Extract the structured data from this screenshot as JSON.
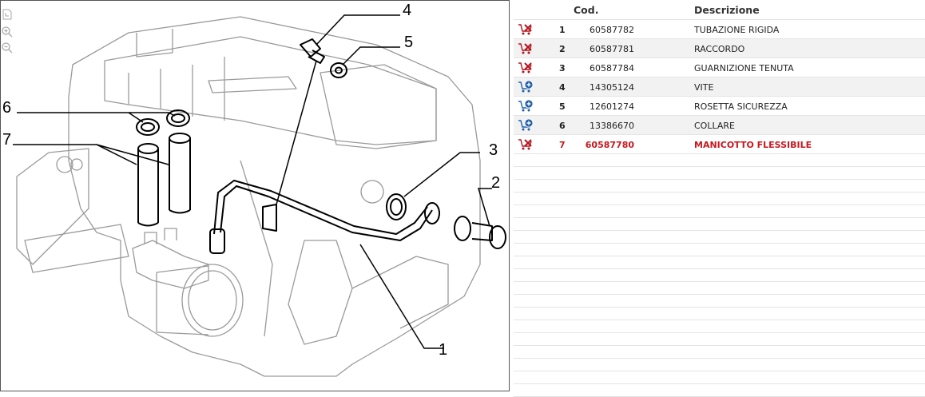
{
  "diagram": {
    "callouts": [
      "1",
      "2",
      "3",
      "4",
      "5",
      "6",
      "7"
    ]
  },
  "table": {
    "headers": {
      "code": "Cod.",
      "description": "Descrizione"
    },
    "rows": [
      {
        "num": "1",
        "code": "60587782",
        "desc": "TUBAZIONE RIGIDA",
        "icon": "cart-remove-icon"
      },
      {
        "num": "2",
        "code": "60587781",
        "desc": "RACCORDO",
        "icon": "cart-remove-icon"
      },
      {
        "num": "3",
        "code": "60587784",
        "desc": "GUARNIZIONE TENUTA",
        "icon": "cart-remove-icon"
      },
      {
        "num": "4",
        "code": "14305124",
        "desc": "VITE",
        "icon": "cart-add-icon"
      },
      {
        "num": "5",
        "code": "12601274",
        "desc": "ROSETTA SICUREZZA",
        "icon": "cart-add-icon"
      },
      {
        "num": "6",
        "code": "13386670",
        "desc": "COLLARE",
        "icon": "cart-add-icon"
      },
      {
        "num": "7",
        "code": "60587780",
        "desc": "MANICOTTO FLESSIBILE",
        "icon": "cart-remove-icon"
      }
    ]
  },
  "colors": {
    "selected": "#c8171e",
    "cart_remove": "#b5121b",
    "cart_add": "#1f5fa8"
  }
}
